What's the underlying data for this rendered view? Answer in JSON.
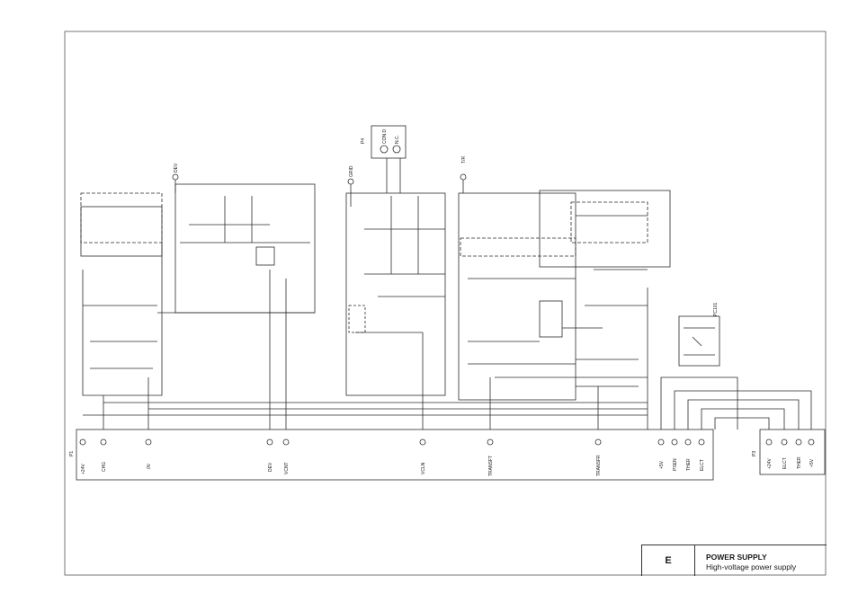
{
  "title_block": {
    "section_letter": "E",
    "title": "POWER SUPPLY",
    "subtitle": "High-voltage power supply"
  },
  "connectors": {
    "p1": {
      "label": "P1",
      "pins": [
        "+24V",
        "CHG",
        "0V",
        "DEV",
        "VCNT",
        "VCLN",
        "TRANSFT",
        "TRANSFR",
        "+5V",
        "PSEN",
        "THER",
        "ELCT"
      ]
    },
    "p3": {
      "label": "P3",
      "pins": [
        "+24V",
        "ELCT",
        "THER",
        "+5V"
      ]
    },
    "p4": {
      "label": "P4",
      "pins": [
        "CON.D",
        "N.C."
      ]
    }
  },
  "top_labels": {
    "dev": "DEV",
    "grid": "GRID",
    "tr": "T/R",
    "pc": "PC101"
  }
}
